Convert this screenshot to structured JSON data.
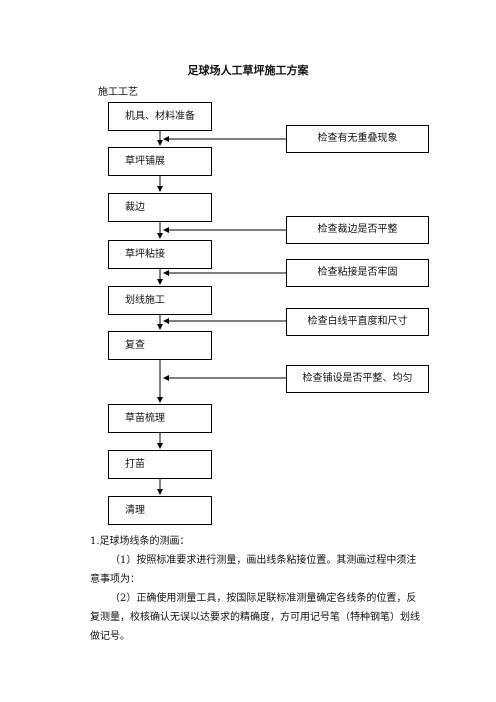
{
  "document": {
    "title": "足球场人工草坪施工方案",
    "subtitle": "施工工艺"
  },
  "flowchart": {
    "steps": [
      "机具、材料准备",
      "草坪铺展",
      "裁边",
      "草坪粘接",
      "划线施工",
      "复查",
      "草苗梳理",
      "打苗",
      "清理"
    ],
    "checks": [
      "检查有无重叠现象",
      "检查裁边是否平整",
      "检查粘接是否牢固",
      "检查白线平直度和尺寸",
      "检查铺设是否平整、均匀"
    ]
  },
  "body": {
    "section_heading": "1.足球场线条的测画：",
    "para1": "（1）按照标准要求进行测量，画出线条粘接位置。其测画过程中须注意事项为：",
    "para2": "（2）正确使用测量工具，按国际足联标准测量确定各线条的位置，反复测量，校核确认无误以达要求的精确度，方可用记号笔（特种钢笔）划线做记号。"
  }
}
